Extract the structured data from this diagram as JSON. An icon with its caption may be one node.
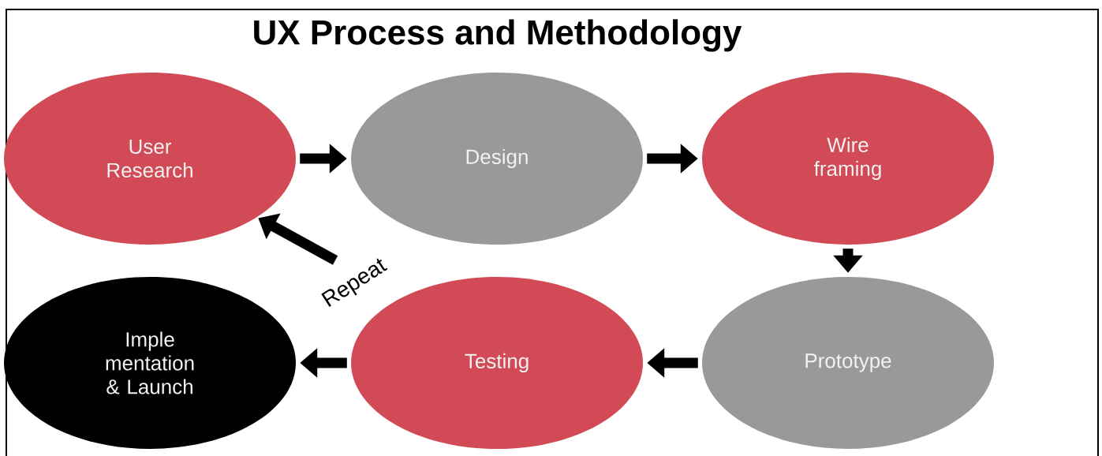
{
  "diagram": {
    "title": "UX Process and Methodology",
    "nodes": [
      {
        "text": [
          "User Research"
        ]
      },
      {
        "text": [
          "Design"
        ]
      },
      {
        "text": [
          "Wire framing"
        ]
      },
      {
        "text": [
          "Prototype"
        ]
      },
      {
        "text": [
          "Testing"
        ]
      },
      {
        "text": [
          "Imple mentation & Launch"
        ]
      }
    ],
    "edges": [
      {
        "from": 0,
        "to": 1,
        "arrow": "to"
      },
      {
        "from": 1,
        "to": 2,
        "arrow": "to"
      },
      {
        "from": 2,
        "to": 3,
        "arrow": "to"
      },
      {
        "from": 3,
        "to": 4,
        "arrow": "to"
      },
      {
        "from": 4,
        "to": 5,
        "arrow": "to"
      },
      {
        "from": null,
        "to": 0,
        "arrow": "to",
        "label": "Repeat"
      }
    ]
  }
}
